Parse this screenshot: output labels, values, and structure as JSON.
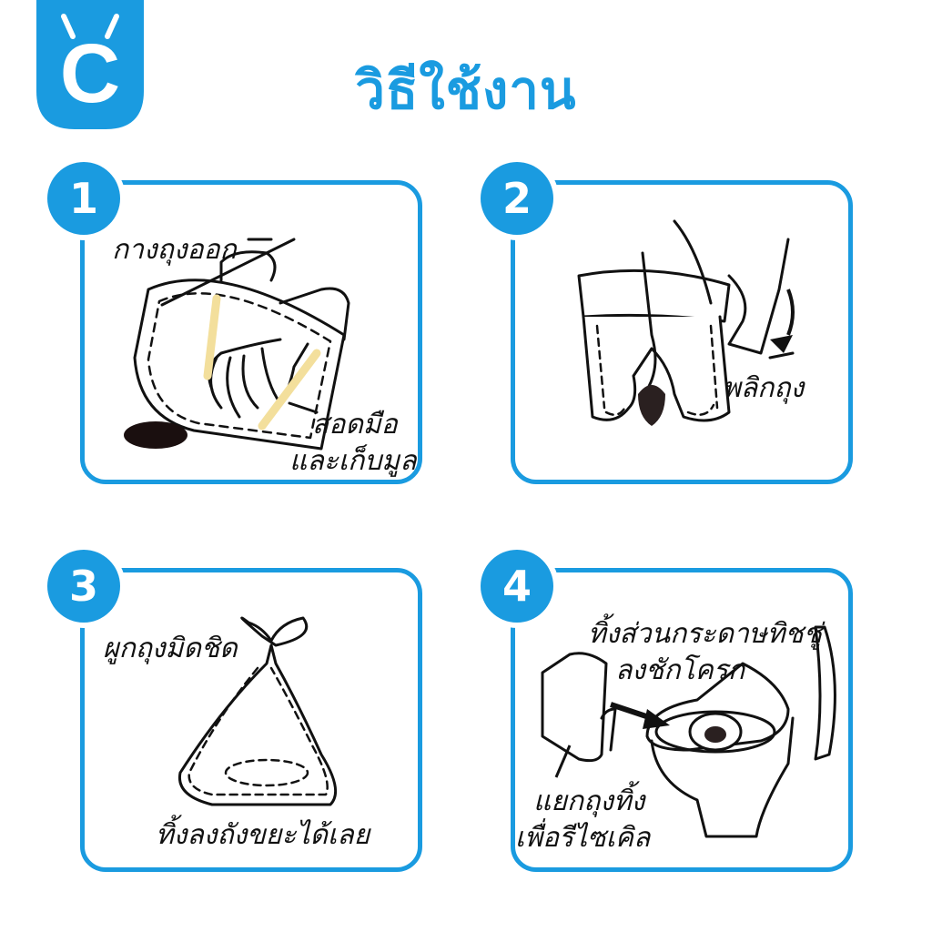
{
  "brand": {
    "logo_letter": "C",
    "accent": "#1a9be0"
  },
  "title": "วิธีใช้งาน",
  "steps": [
    {
      "number": "1",
      "labels": {
        "open": "กางถุงออก",
        "insert_1": "สอดมือ",
        "insert_2": "และเก็บมูล"
      }
    },
    {
      "number": "2",
      "labels": {
        "flip": "พลิกถุง"
      }
    },
    {
      "number": "3",
      "labels": {
        "tie": "ผูกถุงมิดชิด",
        "discard": "ทิ้งลงถังขยะได้เลย"
      }
    },
    {
      "number": "4",
      "labels": {
        "flush_1": "ทิ้งส่วนกระดาษทิชชู่",
        "flush_2": "ลงชักโครก",
        "recycle_1": "แยกถุงทิ้ง",
        "recycle_2": "เพื่อรีไซเคิล"
      }
    }
  ]
}
